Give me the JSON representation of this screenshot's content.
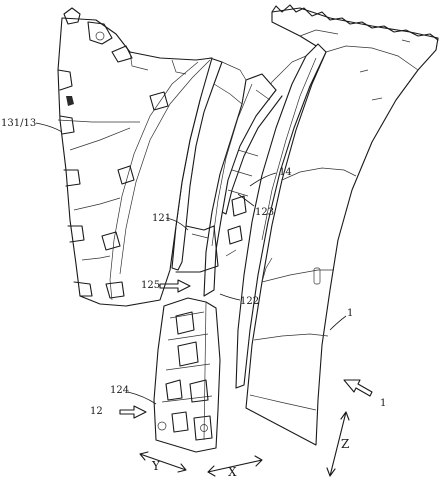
{
  "diagram": {
    "labels": {
      "l131_13": "131/13",
      "l14": "14",
      "l121": "121",
      "l123": "123",
      "l125": "125",
      "l122": "122",
      "l1_upper": "1",
      "l124": "124",
      "l12": "12",
      "l1_lower": "1"
    },
    "axes": {
      "y": "Y",
      "x": "X",
      "z": "Z"
    }
  }
}
